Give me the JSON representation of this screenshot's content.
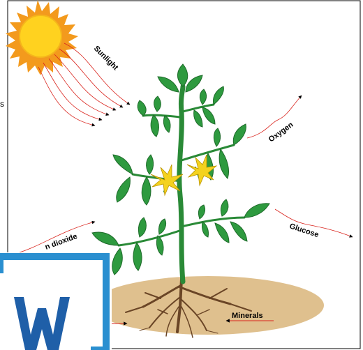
{
  "labels": {
    "sunlight": "Sunlight",
    "oxygen": "Oxygen",
    "glucose": "Glucose",
    "carbon_dioxide": "n dioxide",
    "minerals": "Minerals"
  },
  "edge_text": "s",
  "overlay_glyph": "W",
  "colors": {
    "frame": "#000000",
    "arrow": "#d9231c",
    "leaf": "#2e9a3f",
    "leaf_dark": "#1e6b2a",
    "stem": "#2a8a37",
    "soil": "#dfc08e",
    "root": "#6a4526",
    "flower": "#f4d21f",
    "sun": "#ffd21f",
    "sun_ray": "#f39a1d",
    "overlay_outer": "#2a8fd0",
    "overlay_inner": "#1f5fa8"
  }
}
